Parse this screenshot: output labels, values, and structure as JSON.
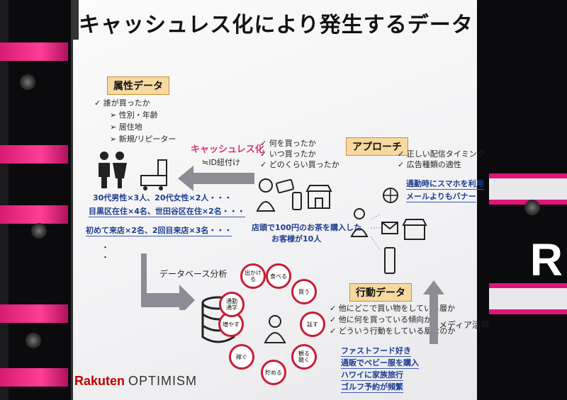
{
  "slide": {
    "title": "キャッシュレス化により発生するデータ",
    "logo": {
      "brand": "Rakuten",
      "sub": "OPTIMISM"
    }
  },
  "attribute": {
    "label": "属性データ",
    "items": [
      "✓ 誰が買ったか",
      "➢ 性別・年齢",
      "➢ 居住地",
      "➢ 新規/リピーター"
    ],
    "samples": [
      "30代男性×3人、20代女性×2人・・・",
      "目黒区在住×4名、世田谷区在住×2名・・・",
      "初めて来店×2名、2回目来店×3名・・・"
    ]
  },
  "purchase": {
    "items": [
      "✓ 何を買ったか",
      "✓ いつ買ったか",
      "✓ どのくらい買ったか"
    ],
    "cashless": "キャッシュレス化",
    "id_link": "≒ID紐付け",
    "caption_line1": "店頭で100円のお茶を購入した",
    "caption_line2": "お客様が10人"
  },
  "approach": {
    "label": "アプローチ",
    "items": [
      "✓ 正しい配信タイミング",
      "✓ 広告種類の適性"
    ],
    "example_line1": "通勤時にスマホを利用",
    "example_line2": "メールよりもバナー"
  },
  "database": {
    "label": "データベース分析"
  },
  "cycle": [
    "食べる",
    "買う",
    "話す",
    "観る\n聴く",
    "貯める",
    "稼ぐ",
    "増やす",
    "通勤\n通学",
    "出かける"
  ],
  "behavior": {
    "label": "行動データ",
    "items": [
      "✓ 他にどこで買い物をしている層か",
      "✓ 他に何を買っている傾向か",
      "✓ どういう行動をしている層なのか"
    ],
    "samples": [
      "ファストフード好き",
      "通販でベビー服を購入",
      "ハワイに家族旅行",
      "ゴルフ予約が頻繁"
    ]
  },
  "media": {
    "label": "メディア活用"
  },
  "sign": {
    "letter_r": "R"
  }
}
